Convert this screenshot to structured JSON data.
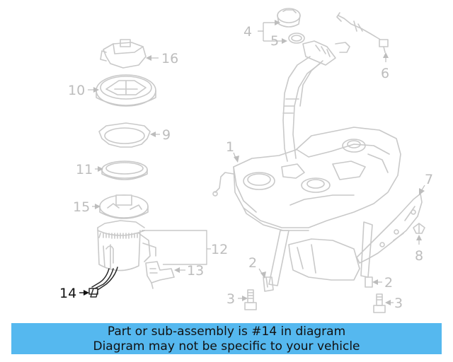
{
  "callouts": {
    "c1": "1",
    "c2a": "2",
    "c2b": "2",
    "c3a": "3",
    "c3b": "3",
    "c4": "4",
    "c5": "5",
    "c6": "6",
    "c7": "7",
    "c8": "8",
    "c9": "9",
    "c10": "10",
    "c11": "11",
    "c12": "12",
    "c13": "13",
    "c14": "14",
    "c15": "15",
    "c16": "16"
  },
  "highlighted_part": "14",
  "banner": {
    "line1": "Part or sub-assembly is #14 in diagram",
    "line2": "Diagram may not be specific to your vehicle"
  },
  "colors": {
    "banner_bg": "#55b8ef",
    "parts_line": "#c9c9c9",
    "highlight_line": "#2a2a2a"
  }
}
